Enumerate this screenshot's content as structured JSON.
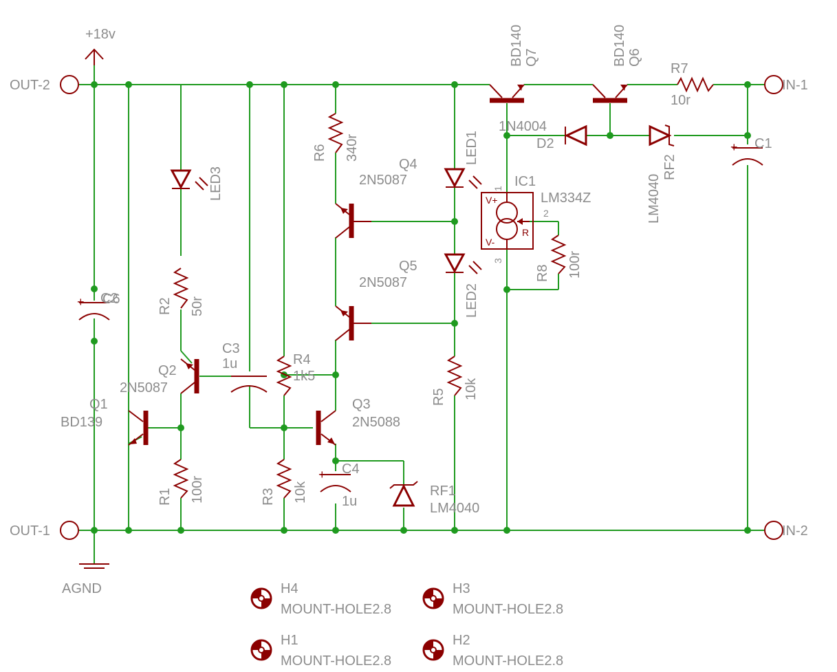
{
  "nets": {
    "plus18v": "+18v",
    "agnd": "AGND"
  },
  "ports": {
    "out2": "OUT-2",
    "out1": "OUT-1",
    "in1": "IN-1",
    "in2": "IN-2"
  },
  "parts": {
    "q7": {
      "type": "BD140",
      "ref": "Q7"
    },
    "q6": {
      "type": "BD140",
      "ref": "Q6"
    },
    "r7": {
      "ref": "R7",
      "value": "10r"
    },
    "c1": {
      "ref": "C1"
    },
    "d2": {
      "ref": "D2",
      "type": "1N4004"
    },
    "rf2": {
      "type": "LM4040",
      "ref": "RF2"
    },
    "r6": {
      "ref": "R6",
      "value": "340r"
    },
    "q4": {
      "ref": "Q4",
      "type": "2N5087"
    },
    "q5": {
      "ref": "Q5",
      "type": "2N5087"
    },
    "led1": {
      "ref": "LED1"
    },
    "led2": {
      "ref": "LED2"
    },
    "led3": {
      "ref": "LED3"
    },
    "ic1": {
      "ref": "IC1",
      "type": "LM334Z",
      "pin1": "1",
      "pin2": "2",
      "pin3": "3",
      "vplus": "V+",
      "vminus": "V-",
      "r": "R"
    },
    "r8": {
      "ref": "R8",
      "value": "100r"
    },
    "c2": {
      "ref": "C2",
      "overlap": "C6"
    },
    "r2": {
      "ref": "R2",
      "value": "50r"
    },
    "q2": {
      "ref": "Q2",
      "type": "2N5087"
    },
    "q1": {
      "ref": "Q1",
      "type": "BD139"
    },
    "c3": {
      "ref": "C3",
      "value": "1u"
    },
    "r4": {
      "ref": "R4",
      "value": "1k5"
    },
    "q3": {
      "ref": "Q3",
      "type": "2N5088"
    },
    "r5": {
      "ref": "R5",
      "value": "10k"
    },
    "r1": {
      "ref": "R1",
      "value": "100r"
    },
    "r3": {
      "ref": "R3",
      "value": "10k"
    },
    "c4": {
      "ref": "C4",
      "value": "1u"
    },
    "rf1": {
      "ref": "RF1",
      "type": "LM4040"
    }
  },
  "holes": [
    {
      "ref": "H4",
      "type": "MOUNT-HOLE2.8"
    },
    {
      "ref": "H3",
      "type": "MOUNT-HOLE2.8"
    },
    {
      "ref": "H1",
      "type": "MOUNT-HOLE2.8"
    },
    {
      "ref": "H2",
      "type": "MOUNT-HOLE2.8"
    }
  ],
  "colors": {
    "wire": "#1f9a1f",
    "symbol": "#8b0000",
    "label": "#8c8c8c"
  }
}
